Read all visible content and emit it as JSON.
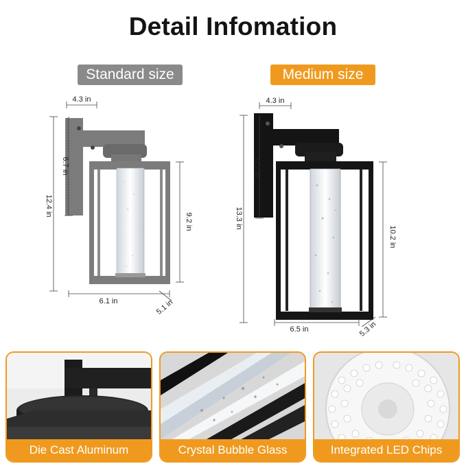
{
  "title": "Detail Infomation",
  "sizes": {
    "standard": {
      "label": "Standard size",
      "width": "4.3 in",
      "arm_height": "6.7 in",
      "total_height": "12.4 in",
      "lantern_height": "9.2 in",
      "base_width": "6.1 in",
      "depth": "5.1 in",
      "color": "#8a8a8a"
    },
    "medium": {
      "label": "Medium size",
      "width": "4.3 in",
      "arm_height": "6.7 in",
      "total_height": "13.3 in",
      "lantern_height": "10.2 in",
      "base_width": "6.5 in",
      "depth": "5.3 in",
      "color": "#ef9a1f"
    }
  },
  "details": [
    {
      "label": "Die Cast Aluminum"
    },
    {
      "label": "Crystal Bubble Glass"
    },
    {
      "label": "Integrated LED Chips"
    }
  ],
  "accent_color": "#ef9a1f"
}
